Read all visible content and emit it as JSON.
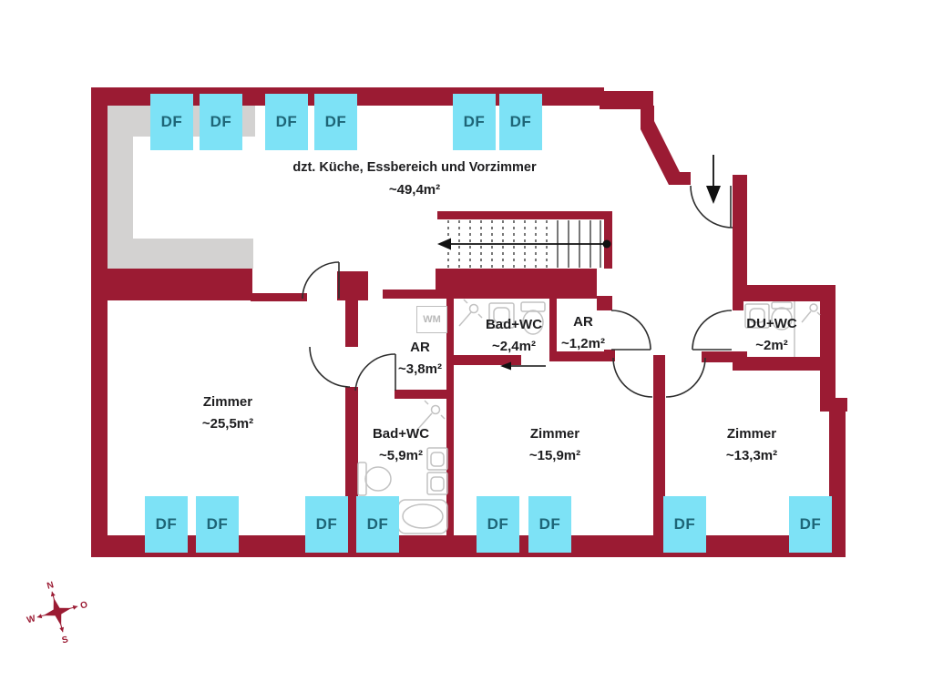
{
  "plan": {
    "rooms": {
      "kitchen": {
        "name": "dzt. Küche, Essbereich und Vorzimmer",
        "area": "~49,4m²"
      },
      "zimmer_large": {
        "name": "Zimmer",
        "area": "~25,5m²"
      },
      "ar_38": {
        "name": "AR",
        "area": "~3,8m²"
      },
      "bad_wc_24": {
        "name": "Bad+WC",
        "area": "~2,4m²"
      },
      "ar_12": {
        "name": "AR",
        "area": "~1,2m²"
      },
      "du_wc": {
        "name": "DU+WC",
        "area": "~2m²"
      },
      "bad_wc_59": {
        "name": "Bad+WC",
        "area": "~5,9m²"
      },
      "zimmer_mid": {
        "name": "Zimmer",
        "area": "~15,9m²"
      },
      "zimmer_small": {
        "name": "Zimmer",
        "area": "~13,3m²"
      }
    },
    "window_label": "DF",
    "appliance_labels": {
      "washing_machine": "WM"
    },
    "compass": {
      "north": "N",
      "east": "O",
      "south": "S",
      "west": "W"
    },
    "colors": {
      "wall": "#9b1b33",
      "window_fill": "#7de2f6",
      "window_text": "#1e6577",
      "low_headroom_gray": "#d3d2d1",
      "fixture_outline": "#c2c2c2",
      "line_black": "#2e2e2e"
    }
  }
}
